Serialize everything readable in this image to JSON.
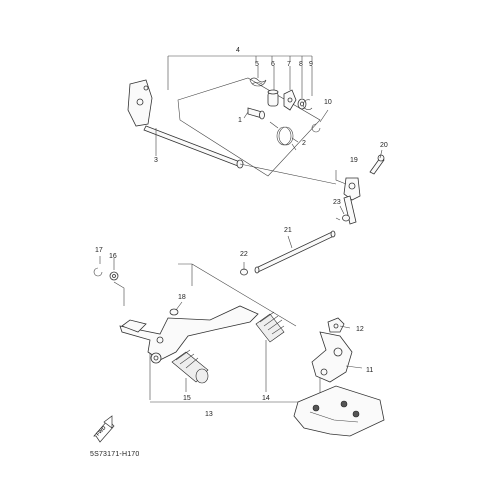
{
  "diagram": {
    "callouts": [
      "1",
      "2",
      "3",
      "4",
      "5",
      "6",
      "7",
      "8",
      "9",
      "10",
      "11",
      "12",
      "13",
      "14",
      "15",
      "16",
      "17",
      "18",
      "19",
      "20",
      "21",
      "22",
      "23"
    ],
    "drawing_code": "5S73171-H170",
    "forward_arrow_label": "FWD"
  }
}
